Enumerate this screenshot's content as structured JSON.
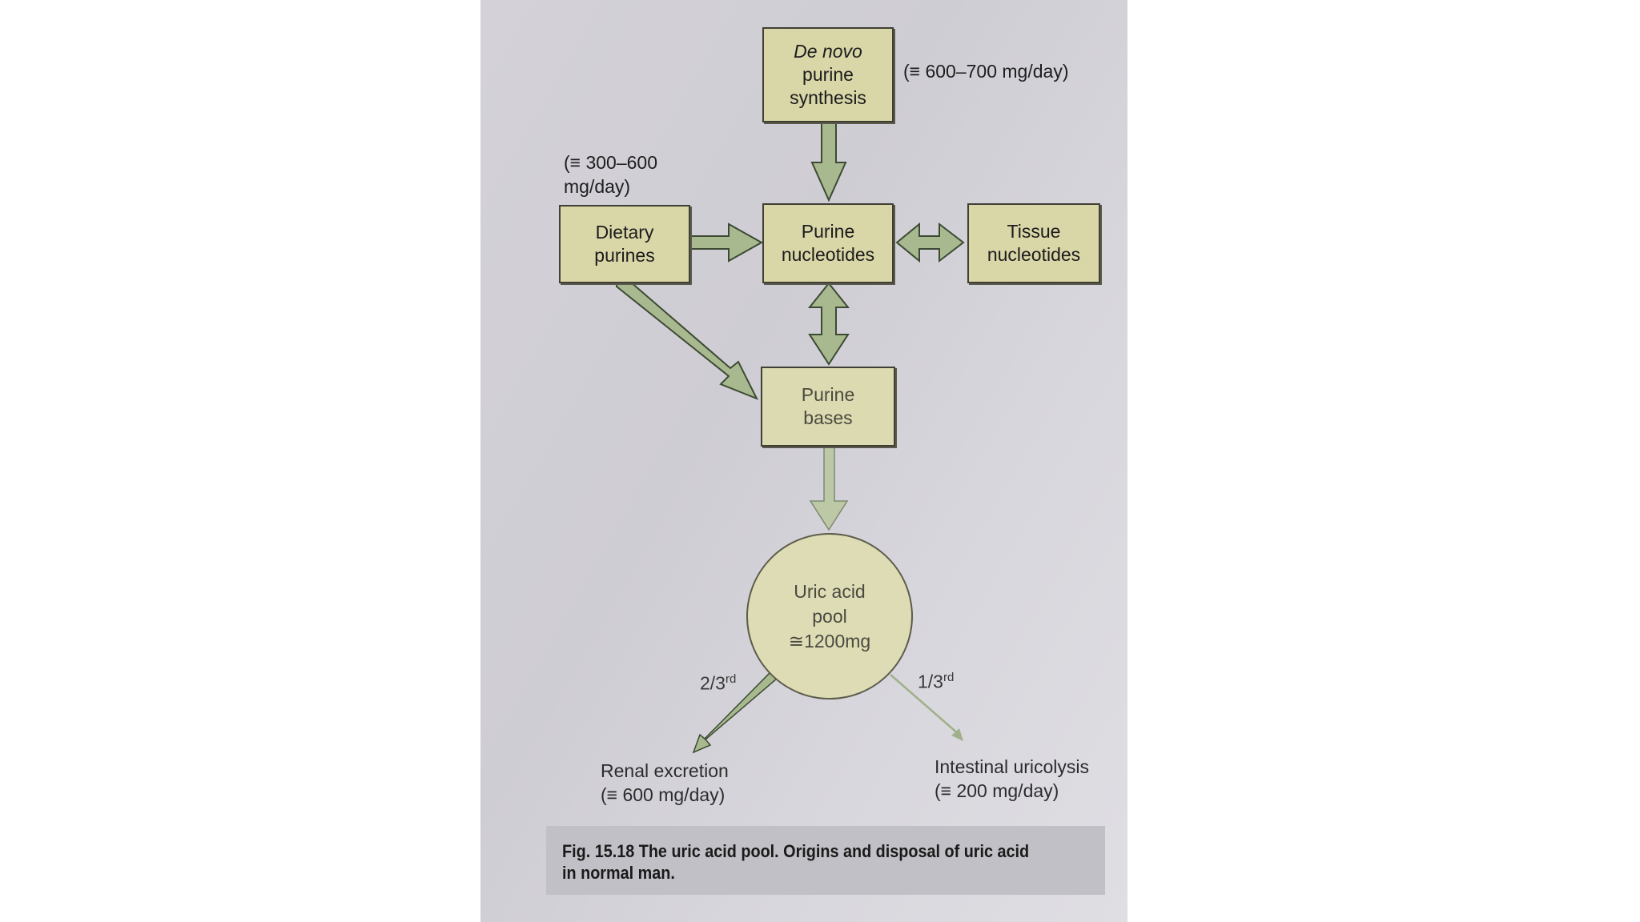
{
  "diagram": {
    "nodes": {
      "de_novo": {
        "line1": "De novo",
        "line2": "purine",
        "line3": "synthesis"
      },
      "dietary": {
        "line1": "Dietary",
        "line2": "purines"
      },
      "nucleotides": {
        "line1": "Purine",
        "line2": "nucleotides"
      },
      "tissue": {
        "line1": "Tissue",
        "line2": "nucleotides"
      },
      "bases": {
        "line1": "Purine",
        "line2": "bases"
      },
      "pool": {
        "line1": "Uric acid",
        "line2": "pool",
        "line3": "≅1200mg"
      }
    },
    "labels": {
      "de_novo_rate": "(≡ 600–700 mg/day)",
      "dietary_rate_1": "(≡ 300–600",
      "dietary_rate_2": "mg/day)",
      "renal_fraction": "2/3",
      "intestinal_fraction": "1/3",
      "fraction_suffix": "rd",
      "renal_1": "Renal excretion",
      "renal_2": "(≡ 600 mg/day)",
      "intestinal_1": "Intestinal uricolysis",
      "intestinal_2": "(≡ 200 mg/day)"
    },
    "edges": [
      {
        "from": "de_novo",
        "to": "nucleotides"
      },
      {
        "from": "dietary",
        "to": "nucleotides"
      },
      {
        "from": "nucleotides",
        "to": "tissue",
        "bidirectional": true
      },
      {
        "from": "nucleotides",
        "to": "bases",
        "bidirectional": true
      },
      {
        "from": "dietary",
        "to": "bases"
      },
      {
        "from": "bases",
        "to": "pool"
      },
      {
        "from": "pool",
        "to": "renal"
      },
      {
        "from": "pool",
        "to": "intestinal"
      }
    ],
    "caption": "Fig. 15.18  The uric acid pool. Origins and disposal of uric acid in normal man."
  },
  "colors": {
    "box_fill": "#d9d6a8",
    "arrow_fill": "#a9b98f",
    "arrow_stroke": "#3c4a33",
    "background": "#d4d2d8"
  }
}
